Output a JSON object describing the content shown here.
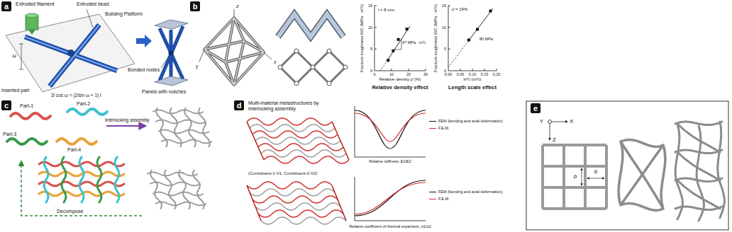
{
  "diagram": {
    "labels": [
      "a",
      "Extruded filament",
      "Extruded bead",
      "Building Platform",
      "H",
      "Inserted part",
      "2l cos ω = (2/sin ω + 1) t",
      "Bonded nodes",
      "Panels with notches",
      "b",
      "z",
      "x",
      "y",
      "l = 8 mm",
      "Fracture toughness KIC (MPa · m½)",
      "0",
      "5",
      "10",
      "15",
      "0",
      "10",
      "20",
      "30",
      "47 MPa · m½",
      "Relative density ρ̄ (%)",
      "Relative density effect",
      "ρ̄ = 19%",
      "Fracture toughness KIC (MPa · m½)",
      "0",
      "5",
      "10",
      "15",
      "0.00",
      "0.05",
      "0.10",
      "0.15",
      "0.20",
      "80 MPa",
      "lx½ (m½)",
      "Length scale effect",
      "c",
      "Part-1",
      "Part-2",
      "Part-3",
      "Part-4",
      "Interlocking assembly",
      "Decompose",
      "d",
      "Multi-material metastructures by interlocking assembly",
      "(Constituent-1-V1, Constituent-2-V2)",
      "FEM (bending and axial deformation)",
      "F.E.M.",
      "FEM (bending and axial deformation)",
      "F.E.M.",
      "Relative stiffness, E1/E2",
      "Relative coefficient of thermal expansion, α1/α2",
      "e",
      "Y",
      "X",
      "Z",
      "b",
      "b"
    ]
  }
}
